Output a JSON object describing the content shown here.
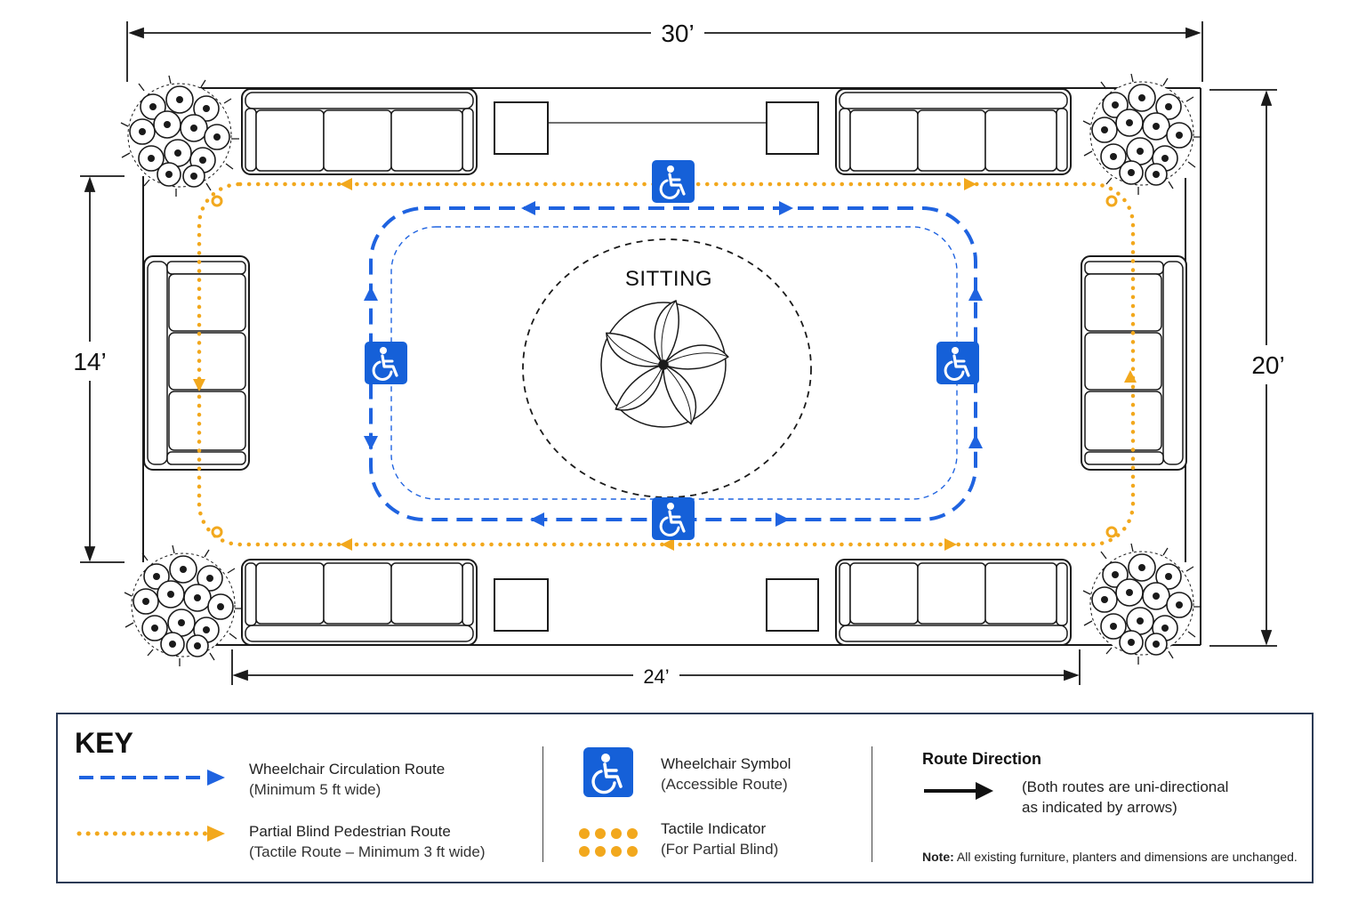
{
  "dimensions": {
    "top": "30’",
    "bottom": "24’",
    "left": "14’",
    "right": "20’"
  },
  "center_label": "SITTING",
  "colors": {
    "wheelchair_route": "#1f63e0",
    "tactile_route": "#f2a81d",
    "accessible_symbol_bg": "#1560d8",
    "line": "#1a1a1a",
    "key_border": "#2b3a55"
  },
  "icons": {
    "wheelchair": "wheelchair-icon",
    "planter": "planter-icon",
    "sofa": "sofa-icon",
    "side_table": "side-table-icon",
    "center_ornament": "flower-ornament-icon",
    "arrow": "arrow-icon"
  },
  "key": {
    "title": "KEY",
    "wheelchair_route": {
      "label": "Wheelchair Circulation Route",
      "sub": "(Minimum 5 ft wide)"
    },
    "tactile_route": {
      "label": "Partial Blind Pedestrian Route",
      "sub": "(Tactile Route – Minimum 3 ft wide)"
    },
    "wheelchair_symbol": {
      "label": "Wheelchair Symbol",
      "sub": "(Accessible Route)"
    },
    "tactile_indicator": {
      "label": "Tactile Indicator",
      "sub": "(For Partial Blind)"
    },
    "route_direction": {
      "title": "Route Direction",
      "line1": "(Both routes are uni-directional",
      "line2": "as indicated by arrows)"
    },
    "note": {
      "prefix": "Note:",
      "text": " All existing furniture, planters and dimensions are unchanged."
    }
  }
}
